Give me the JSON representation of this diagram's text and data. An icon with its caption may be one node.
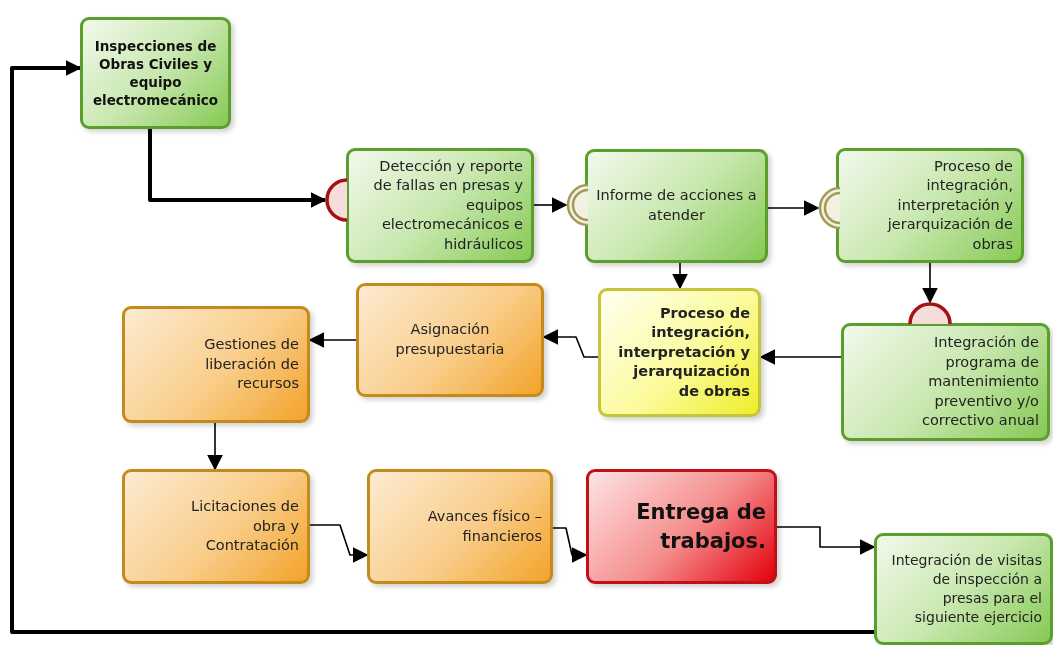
{
  "diagram": {
    "nodes": [
      {
        "text": [
          "Inspecciones de Obras Civiles y equipo electromecánico"
        ]
      },
      {
        "text": [
          "Detección y reporte de fallas en presas y equipos electromecánicos e hidráulicos"
        ]
      },
      {
        "text": [
          "Informe de acciones a atender"
        ]
      },
      {
        "text": [
          "Proceso de integración, interpretación y jerarquización de obras"
        ]
      },
      {
        "text": [
          "Integración de programa de mantenimiento preventivo y/o correctivo anual"
        ]
      },
      {
        "text": [
          "Proceso de integración, interpretación y jerarquización de obras"
        ]
      },
      {
        "text": [
          "Asignación presupuestaria"
        ]
      },
      {
        "text": [
          "Gestiones de liberación de recursos"
        ]
      },
      {
        "text": [
          "Licitaciones de obra y Contratación"
        ]
      },
      {
        "text": [
          "Avances físico – financieros"
        ]
      },
      {
        "text": [
          "Entrega de trabajos."
        ]
      },
      {
        "text": [
          "Integración de visitas de inspección a presas para el siguiente ejercicio"
        ]
      }
    ],
    "edges": [
      {
        "from": 0,
        "to": 1,
        "arrow": "to",
        "style": "thick"
      },
      {
        "from": 1,
        "to": 2,
        "arrow": "to"
      },
      {
        "from": 2,
        "to": 3,
        "arrow": "to"
      },
      {
        "from": 2,
        "to": 5,
        "arrow": "to"
      },
      {
        "from": 3,
        "to": 4,
        "arrow": "to"
      },
      {
        "from": 4,
        "to": 5,
        "arrow": "to"
      },
      {
        "from": 5,
        "to": 6,
        "arrow": "to"
      },
      {
        "from": 6,
        "to": 7,
        "arrow": "to"
      },
      {
        "from": 7,
        "to": 8,
        "arrow": "to"
      },
      {
        "from": 8,
        "to": 9,
        "arrow": "to"
      },
      {
        "from": 9,
        "to": 10,
        "arrow": "to"
      },
      {
        "from": 10,
        "to": 11,
        "arrow": "to"
      },
      {
        "from": 11,
        "to": 0,
        "arrow": "to",
        "style": "thick"
      }
    ]
  }
}
